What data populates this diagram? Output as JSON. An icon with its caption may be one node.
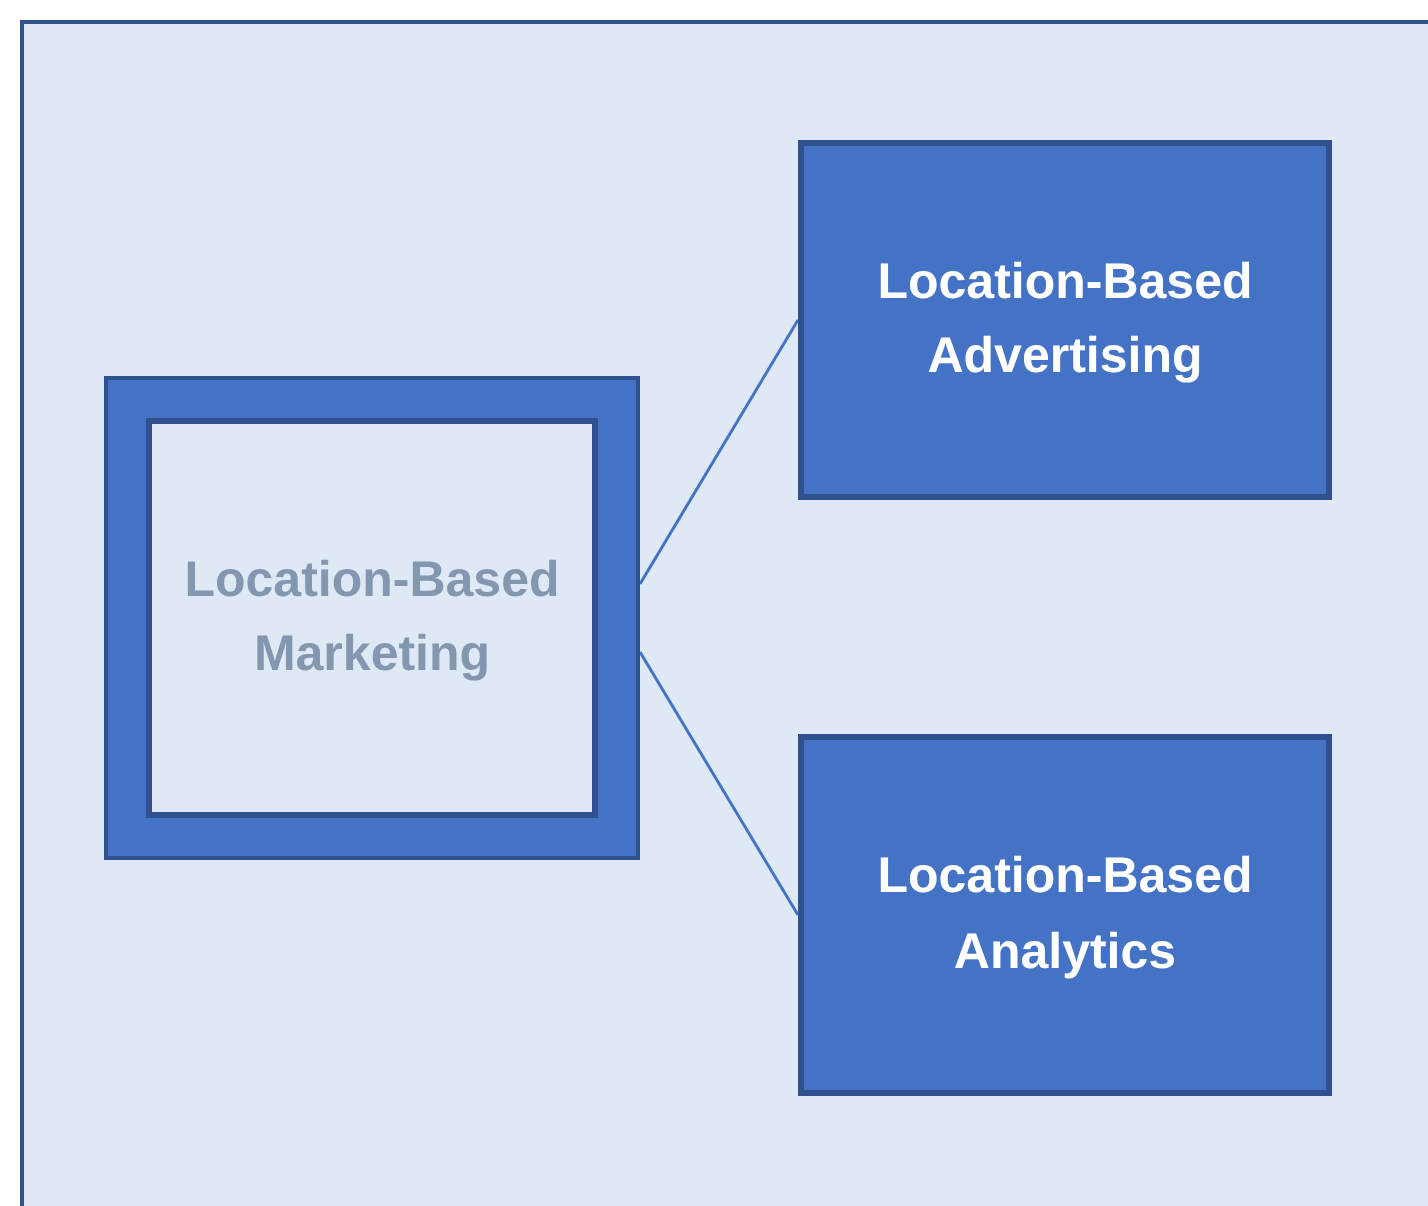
{
  "diagram": {
    "nodes": [
      {
        "text": [
          "Location-Based Marketing"
        ]
      },
      {
        "text": [
          "Location-Based Advertising"
        ]
      },
      {
        "text": [
          "Location-Based Analytics"
        ]
      }
    ],
    "edges": [
      {
        "from": 0,
        "to": 1,
        "arrow": "none"
      },
      {
        "from": 0,
        "to": 2,
        "arrow": "none"
      }
    ]
  }
}
